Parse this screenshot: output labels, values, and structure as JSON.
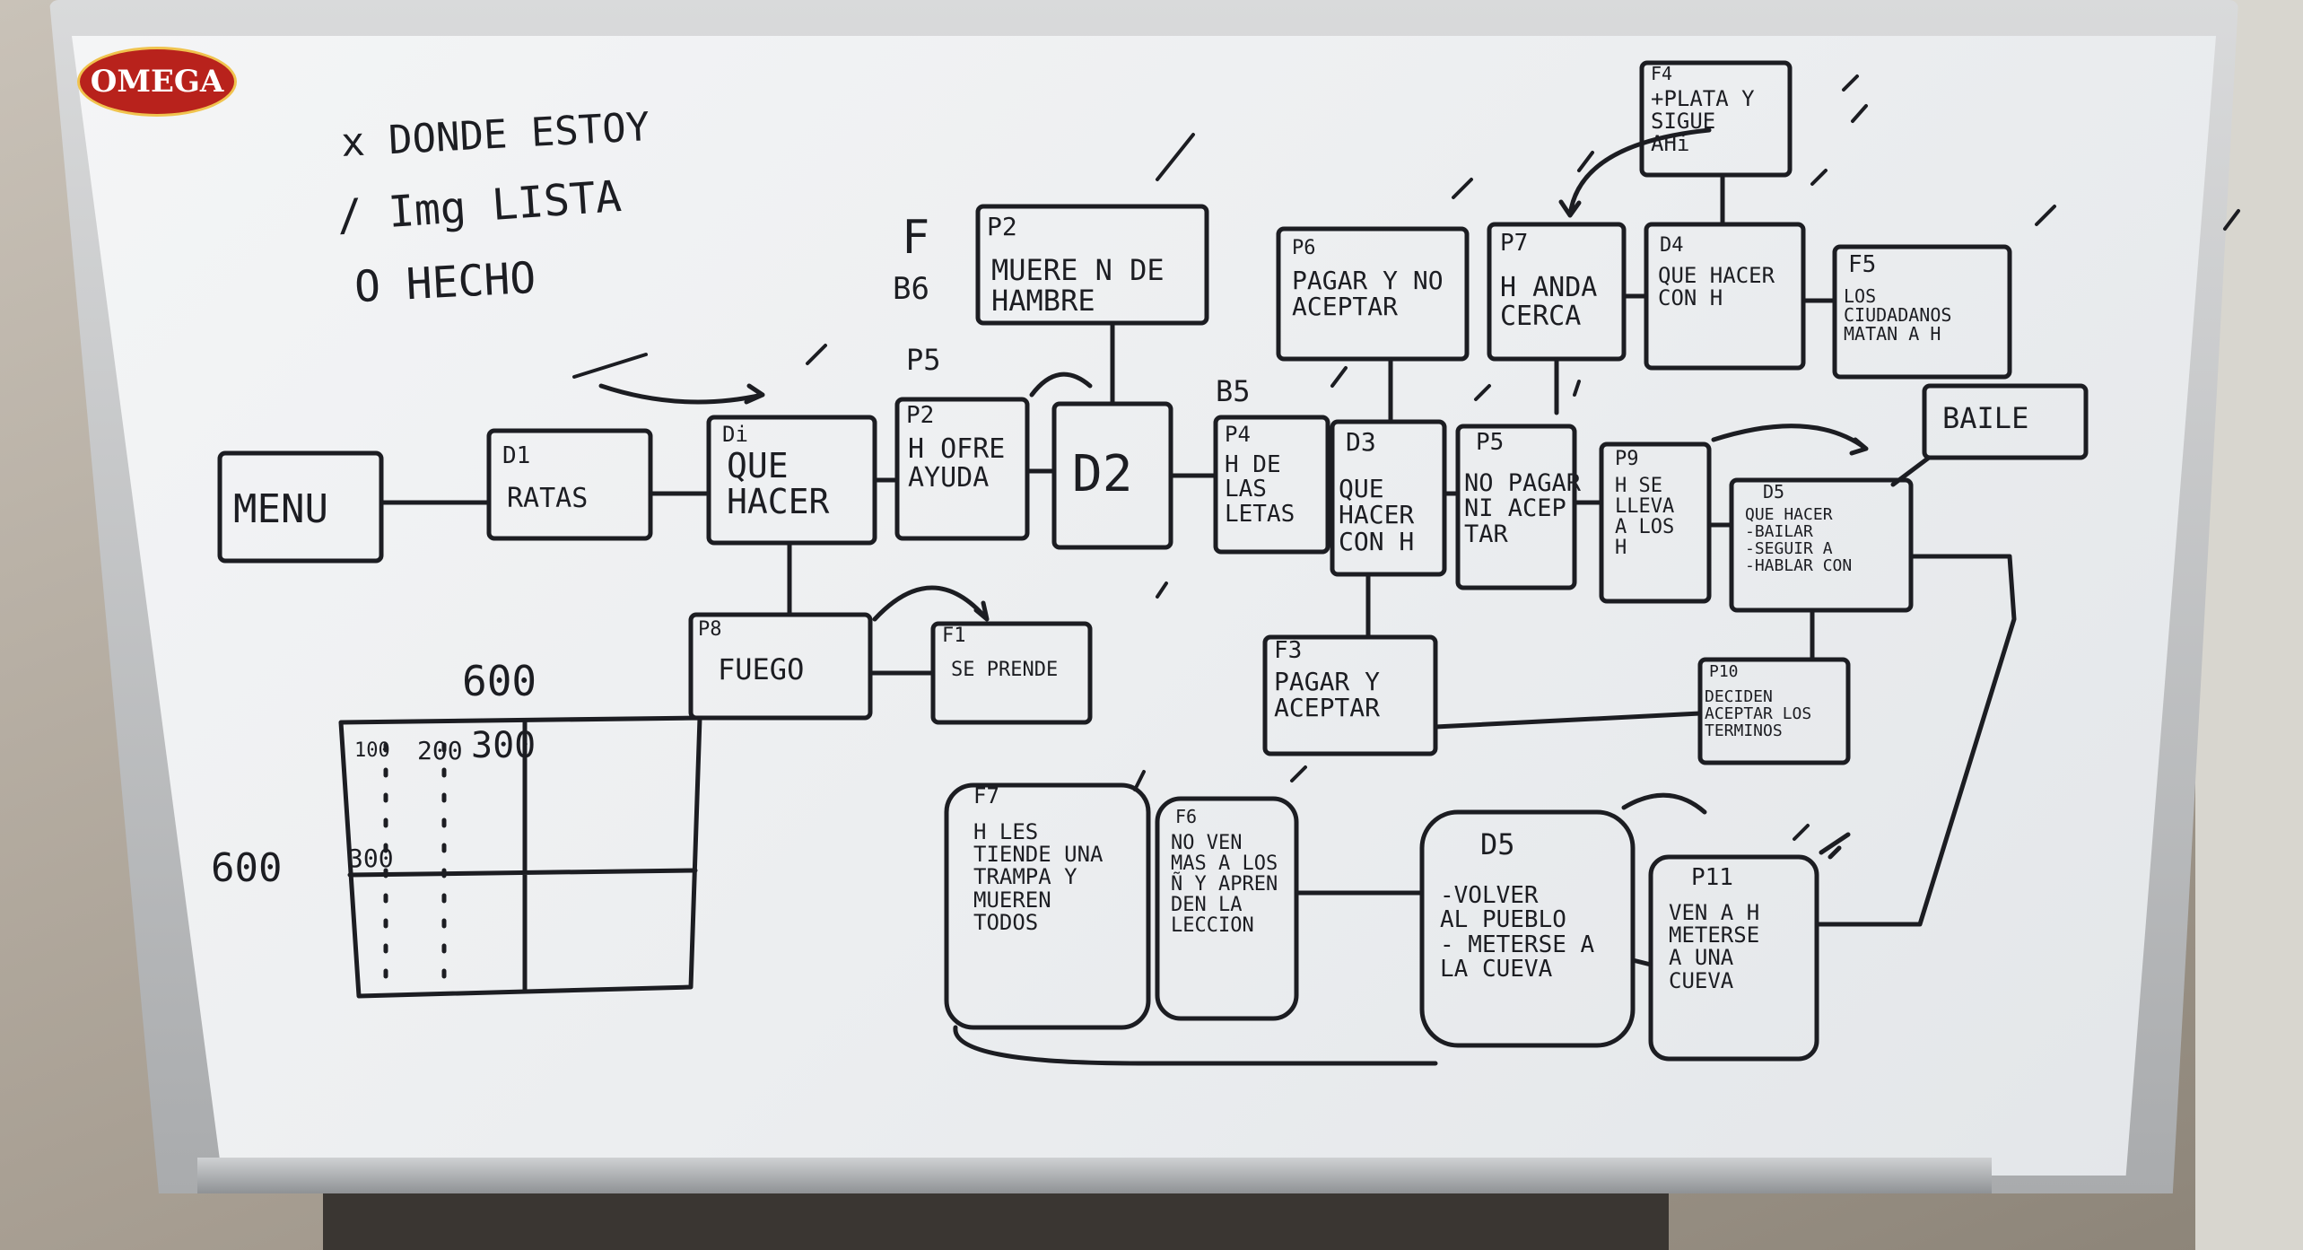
{
  "brand": "OMEGA",
  "legend": {
    "line1": "x DONDE ESTOY",
    "line2": "/ Img LISTA",
    "line3": "O HECHO"
  },
  "nodes": {
    "menu": "MENU",
    "d1_tag": "D1",
    "d1_text": "RATAS",
    "di_tag": "Di",
    "di_text": "QUE\nHACER",
    "p2a_tag": "P2",
    "p2a_text": "H OFRE\nAYUDA",
    "d2": "D2",
    "p2_tag": "P2",
    "p2_text": "MUERE N DE\nHAMBRE",
    "p4_tag": "P4",
    "p4_text": "H DE\nLAS\nLETAS",
    "d3_tag": "D3",
    "d3_text": "QUE\nHACER\nCON H",
    "p5_tag": "P5",
    "p5_text": "NO PAGAR\nNI ACEP\nTAR",
    "p9_tag": "P9",
    "p9_text": "H SE\nLLEVA\nA LOS\nH",
    "d5r_tag": "D5",
    "d5r_text": "QUE HACER\n-BAILAR\n-SEGUIR A\n-HABLAR CON",
    "p6_tag": "P6",
    "p6_text": "PAGAR Y NO\nACEPTAR",
    "p7_tag": "P7",
    "p7_text": "H ANDA\nCERCA",
    "d4_tag": "D4",
    "d4_text": "QUE HACER\nCON H",
    "f4_tag": "F4",
    "f4_text": "+PLATA Y\nSIGUE\nAHi",
    "f5_tag": "F5",
    "f5_text": "LOS\nCIUDADANOS\nMATAN A H",
    "baile": "BAILE",
    "p8_tag": "P8",
    "p8_text": "FUEGO",
    "f1_tag": "F1",
    "f1_text": "SE PRENDE",
    "f3_tag": "F3",
    "f3_text": "PAGAR Y\nACEPTAR",
    "p10_tag": "P10",
    "p10_text": "DECIDEN\nACEPTAR LOS\nTERMINOS",
    "f7_tag": "F7",
    "f7_text": "H LES\nTIENDE UNA\nTRAMPA Y\nMUEREN\nTODOS",
    "f6_tag": "F6",
    "f6_text": "NO VEN\nMAS A LOS\nÑ Y APREN\nDEN LA\nLECCION",
    "d5_tag": "D5",
    "d5_text": "-VOLVER\nAL PUEBLO\n- METERSE A\nLA CUEVA",
    "p11_tag": "P11",
    "p11_text": "VEN A H\nMETERSE\nA UNA\nCUEVA"
  },
  "annotations": {
    "b6": "B6",
    "p5": "P5",
    "b5": "B5",
    "f": "F"
  },
  "sketch": {
    "w": "600",
    "h": "600",
    "t1": "100",
    "t2": "200",
    "t3": "300",
    "side": "300"
  },
  "ink_color": "#1c1d22"
}
